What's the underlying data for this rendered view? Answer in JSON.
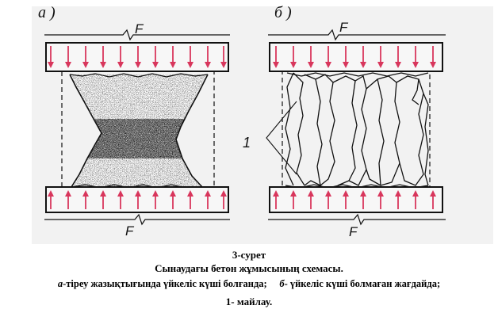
{
  "panels": [
    {
      "letter": "а )",
      "force": "F"
    },
    {
      "letter": "б )",
      "force": "F"
    }
  ],
  "callout": "1",
  "caption": {
    "number": "3-сурет",
    "title": "Сынаудағы бетон жұмысының схемасы.",
    "part_a_letter": "а",
    "part_a_text": "-тіреу жазықтығында үйкеліс күші болғанда;",
    "part_b_letter": "б",
    "part_b_text": "- үйкеліс күші болмаған жағдайда;",
    "note": "1- майлау."
  },
  "colors": {
    "arrow": "#d8365c",
    "line": "#111111",
    "background": "#f2f2f2"
  }
}
